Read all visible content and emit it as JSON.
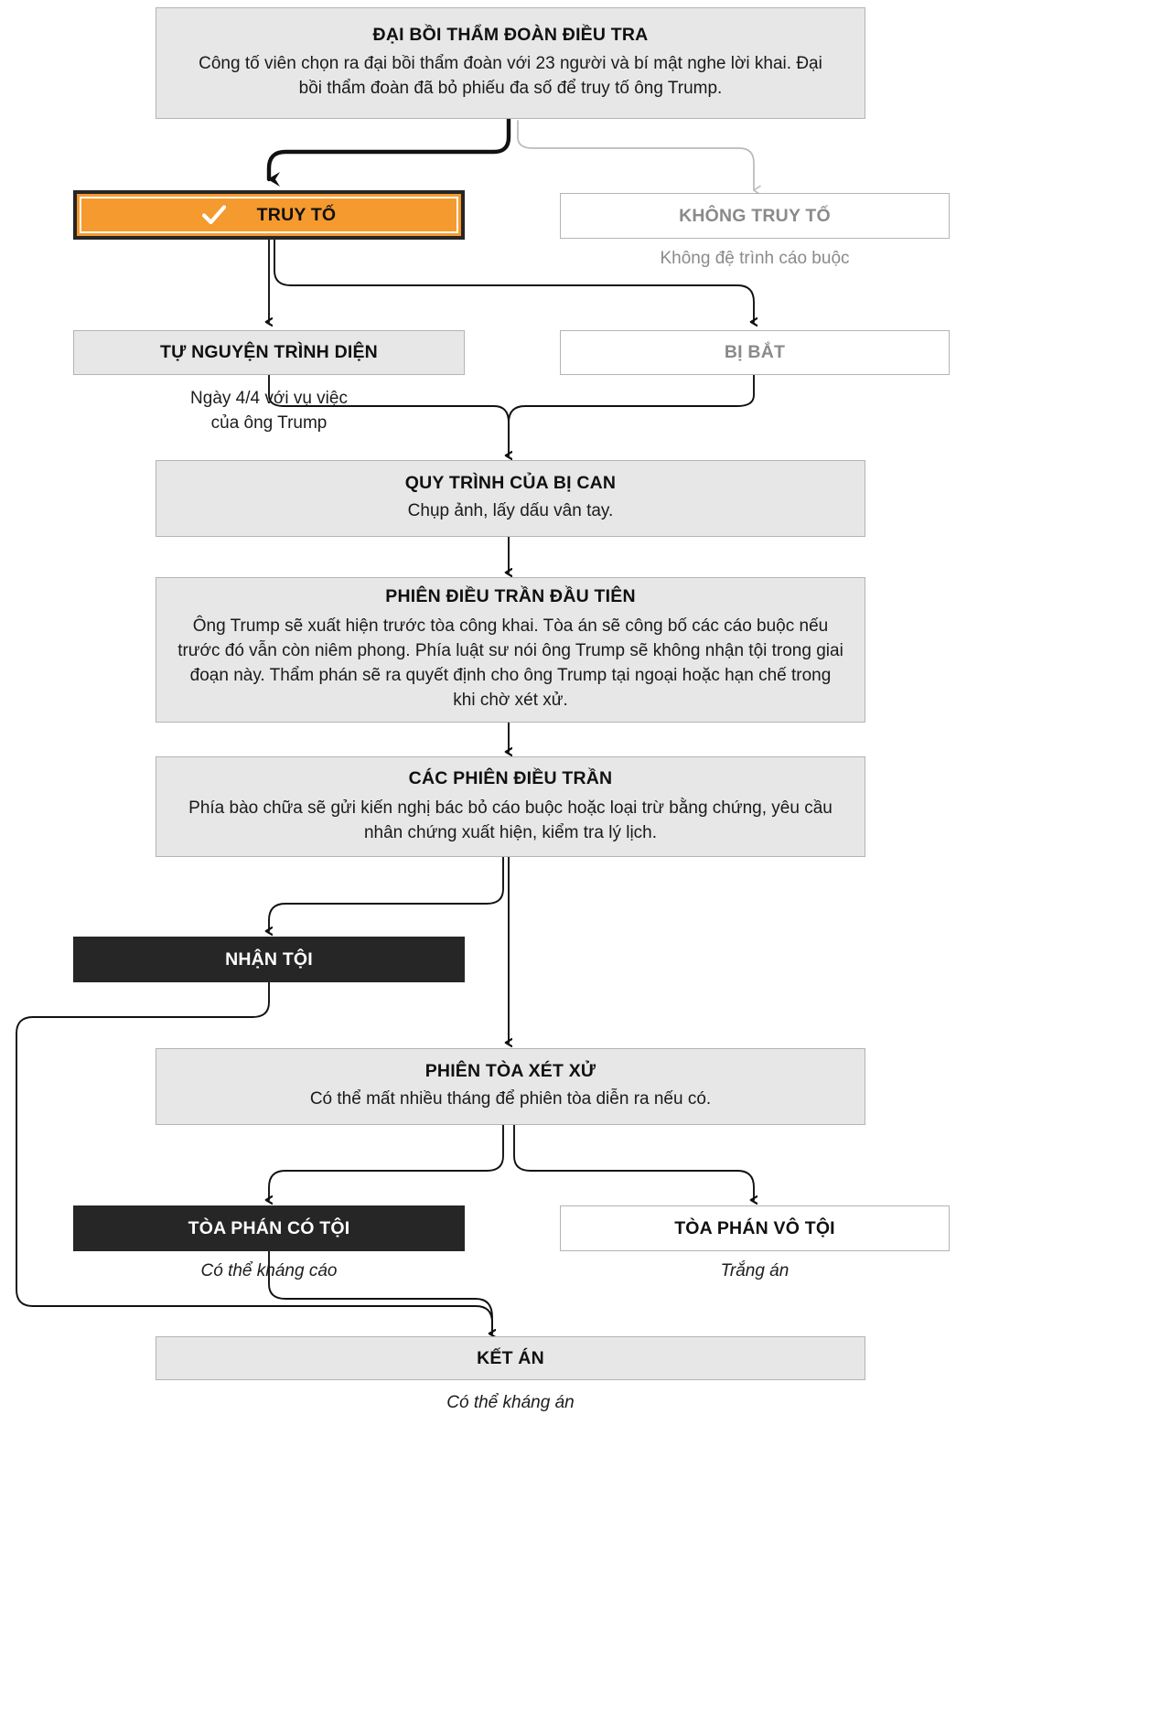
{
  "diagram": {
    "title": "Quy trinh to tung hinh su",
    "colors": {
      "grey_fill": "#e7e7e7",
      "grey_border": "#b4b4b4",
      "highlight": "#f59a2e",
      "dark": "#262626",
      "muted_text": "#8a8a8a",
      "wire": "#111111",
      "wire_muted": "#b9b9b9"
    }
  },
  "nodes": {
    "grand_jury": {
      "title": "ĐẠI BỒI THẨM ĐOÀN ĐIỀU TRA",
      "body": "Công tố viên chọn ra đại bồi thẩm đoàn với 23 người và bí mật nghe lời khai. Đại bồi thẩm đoàn đã bỏ phiếu đa số để truy tố ông Trump."
    },
    "indicted": {
      "title": "TRUY TỐ"
    },
    "not_indicted": {
      "title": "KHÔNG TRUY TỐ",
      "caption": "Không đệ trình cáo buộc"
    },
    "surrender": {
      "title": "TỰ NGUYỆN TRÌNH DIỆN",
      "caption_line1": "Ngày 4/4 với vụ việc",
      "caption_line2": "của ông Trump"
    },
    "arrested": {
      "title": "BỊ BẮT"
    },
    "booking": {
      "title": "QUY TRÌNH CỦA BỊ CAN",
      "body": "Chụp ảnh, lấy dấu vân tay."
    },
    "arraignment": {
      "title": "PHIÊN ĐIỀU TRẦN ĐẦU TIÊN",
      "body": "Ông Trump sẽ xuất hiện trước tòa công khai. Tòa án sẽ công bố các cáo buộc nếu trước đó vẫn còn niêm phong. Phía luật sư nói ông Trump sẽ không nhận tội trong giai đoạn này. Thẩm phán sẽ ra quyết định cho ông Trump tại ngoại hoặc hạn chế trong khi chờ xét xử."
    },
    "hearings": {
      "title": "CÁC PHIÊN ĐIỀU TRẦN",
      "body": "Phía bào chữa sẽ gửi kiến nghị bác bỏ cáo buộc hoặc loại trừ bằng chứng, yêu cầu nhân chứng xuất hiện, kiểm tra lý lịch."
    },
    "guilty_plea": {
      "title": "NHẬN TỘI"
    },
    "trial": {
      "title": "PHIÊN TÒA XÉT XỬ",
      "body": "Có thể mất nhiều tháng để phiên tòa diễn ra nếu có."
    },
    "convicted": {
      "title": "TÒA PHÁN CÓ TỘI",
      "caption": "Có thể kháng cáo"
    },
    "acquitted": {
      "title": "TÒA PHÁN VÔ TỘI",
      "caption": "Trắng án"
    },
    "sentencing": {
      "title": "KẾT ÁN",
      "caption": "Có thể kháng án"
    }
  },
  "icons": {
    "check": "check-icon"
  }
}
